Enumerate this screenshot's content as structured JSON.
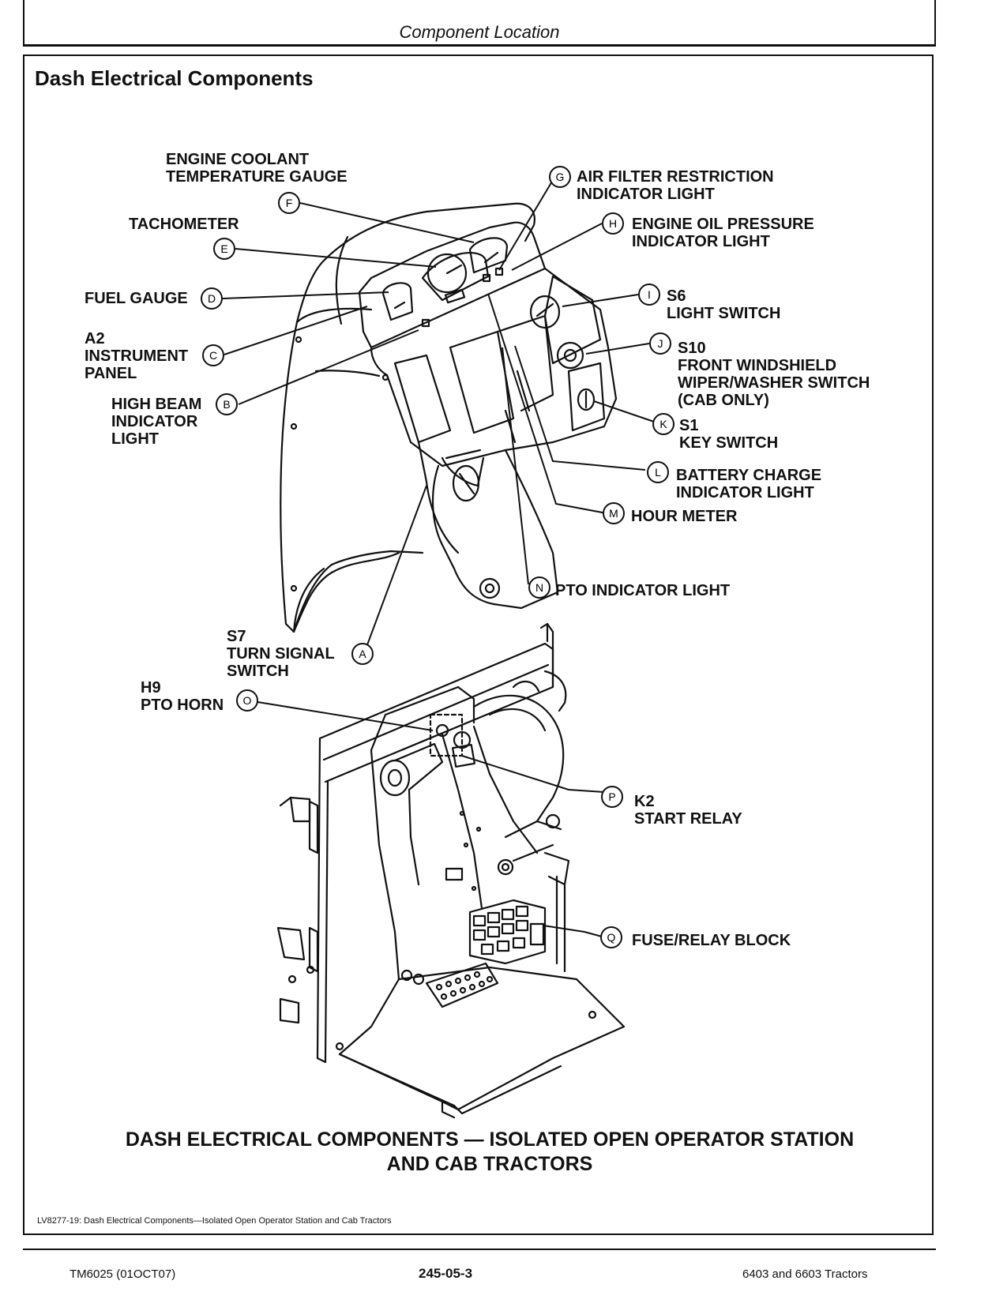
{
  "header": {
    "section_title": "Component Location"
  },
  "box_title": "Dash Electrical Components",
  "callouts": [
    {
      "letter": "A",
      "label": "S7\nTURN SIGNAL\nSWITCH"
    },
    {
      "letter": "B",
      "label": "HIGH BEAM\nINDICATOR\nLIGHT"
    },
    {
      "letter": "C",
      "label": "A2\nINSTRUMENT\nPANEL"
    },
    {
      "letter": "D",
      "label": "FUEL GAUGE"
    },
    {
      "letter": "E",
      "label": "TACHOMETER"
    },
    {
      "letter": "F",
      "label": "ENGINE COOLANT\nTEMPERATURE GAUGE"
    },
    {
      "letter": "G",
      "label": "AIR FILTER RESTRICTION\nINDICATOR LIGHT"
    },
    {
      "letter": "H",
      "label": "ENGINE OIL PRESSURE\nINDICATOR LIGHT"
    },
    {
      "letter": "I",
      "label": "S6\nLIGHT SWITCH"
    },
    {
      "letter": "J",
      "label": "S10\nFRONT WINDSHIELD\nWIPER/WASHER SWITCH\n(CAB ONLY)"
    },
    {
      "letter": "K",
      "label": "S1\nKEY SWITCH"
    },
    {
      "letter": "L",
      "label": "BATTERY CHARGE\nINDICATOR LIGHT"
    },
    {
      "letter": "M",
      "label": "HOUR METER"
    },
    {
      "letter": "N",
      "label": "PTO INDICATOR LIGHT"
    },
    {
      "letter": "O",
      "label": "H9\nPTO HORN"
    },
    {
      "letter": "P",
      "label": "K2\nSTART RELAY"
    },
    {
      "letter": "Q",
      "label": "FUSE/RELAY BLOCK"
    }
  ],
  "caption_line1": "DASH ELECTRICAL COMPONENTS — ISOLATED OPEN OPERATOR STATION",
  "caption_line2": "AND CAB TRACTORS",
  "figure_reference": "LV8277-19: Dash Electrical Components—Isolated Open Operator Station and Cab Tractors",
  "footer": {
    "left": "TM6025 (01OCT07)",
    "center": "245-05-3",
    "right": "6403 and 6603 Tractors"
  }
}
